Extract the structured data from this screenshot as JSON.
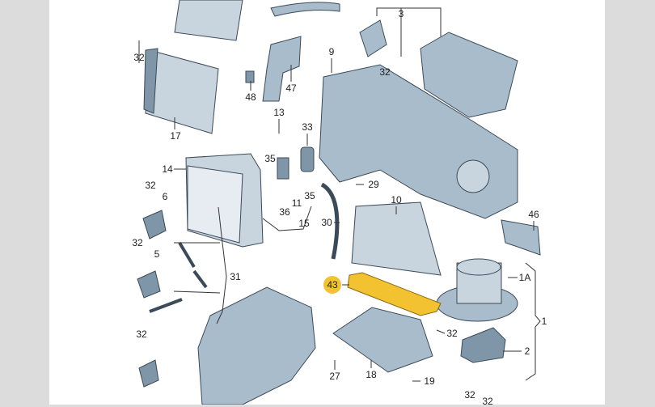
{
  "diagram": {
    "highlight_color": "#f2c230",
    "callouts": [
      {
        "id": "c-32a",
        "text": "32"
      },
      {
        "id": "c-17",
        "text": "17"
      },
      {
        "id": "c-48",
        "text": "48"
      },
      {
        "id": "c-47",
        "text": "47"
      },
      {
        "id": "c-13",
        "text": "13"
      },
      {
        "id": "c-33",
        "text": "33"
      },
      {
        "id": "c-9",
        "text": "9"
      },
      {
        "id": "c-3",
        "text": "3"
      },
      {
        "id": "c-32b",
        "text": "32"
      },
      {
        "id": "c-14",
        "text": "14"
      },
      {
        "id": "c-35a",
        "text": "35"
      },
      {
        "id": "c-11",
        "text": "11"
      },
      {
        "id": "c-35b",
        "text": "35"
      },
      {
        "id": "c-36",
        "text": "36"
      },
      {
        "id": "c-15",
        "text": "15"
      },
      {
        "id": "c-32c",
        "text": "32"
      },
      {
        "id": "c-6",
        "text": "6"
      },
      {
        "id": "c-32d",
        "text": "32"
      },
      {
        "id": "c-5",
        "text": "5"
      },
      {
        "id": "c-31",
        "text": "31"
      },
      {
        "id": "c-29",
        "text": "29"
      },
      {
        "id": "c-10",
        "text": "10"
      },
      {
        "id": "c-30",
        "text": "30"
      },
      {
        "id": "c-46",
        "text": "46"
      },
      {
        "id": "c-1A",
        "text": "1A"
      },
      {
        "id": "c-1",
        "text": "1"
      },
      {
        "id": "c-43",
        "text": "43"
      },
      {
        "id": "c-32e",
        "text": "32"
      },
      {
        "id": "c-2",
        "text": "2"
      },
      {
        "id": "c-32f",
        "text": "32"
      },
      {
        "id": "c-27",
        "text": "27"
      },
      {
        "id": "c-18",
        "text": "18"
      },
      {
        "id": "c-19",
        "text": "19"
      },
      {
        "id": "c-32g",
        "text": "32"
      },
      {
        "id": "c-32h",
        "text": "32"
      }
    ]
  }
}
